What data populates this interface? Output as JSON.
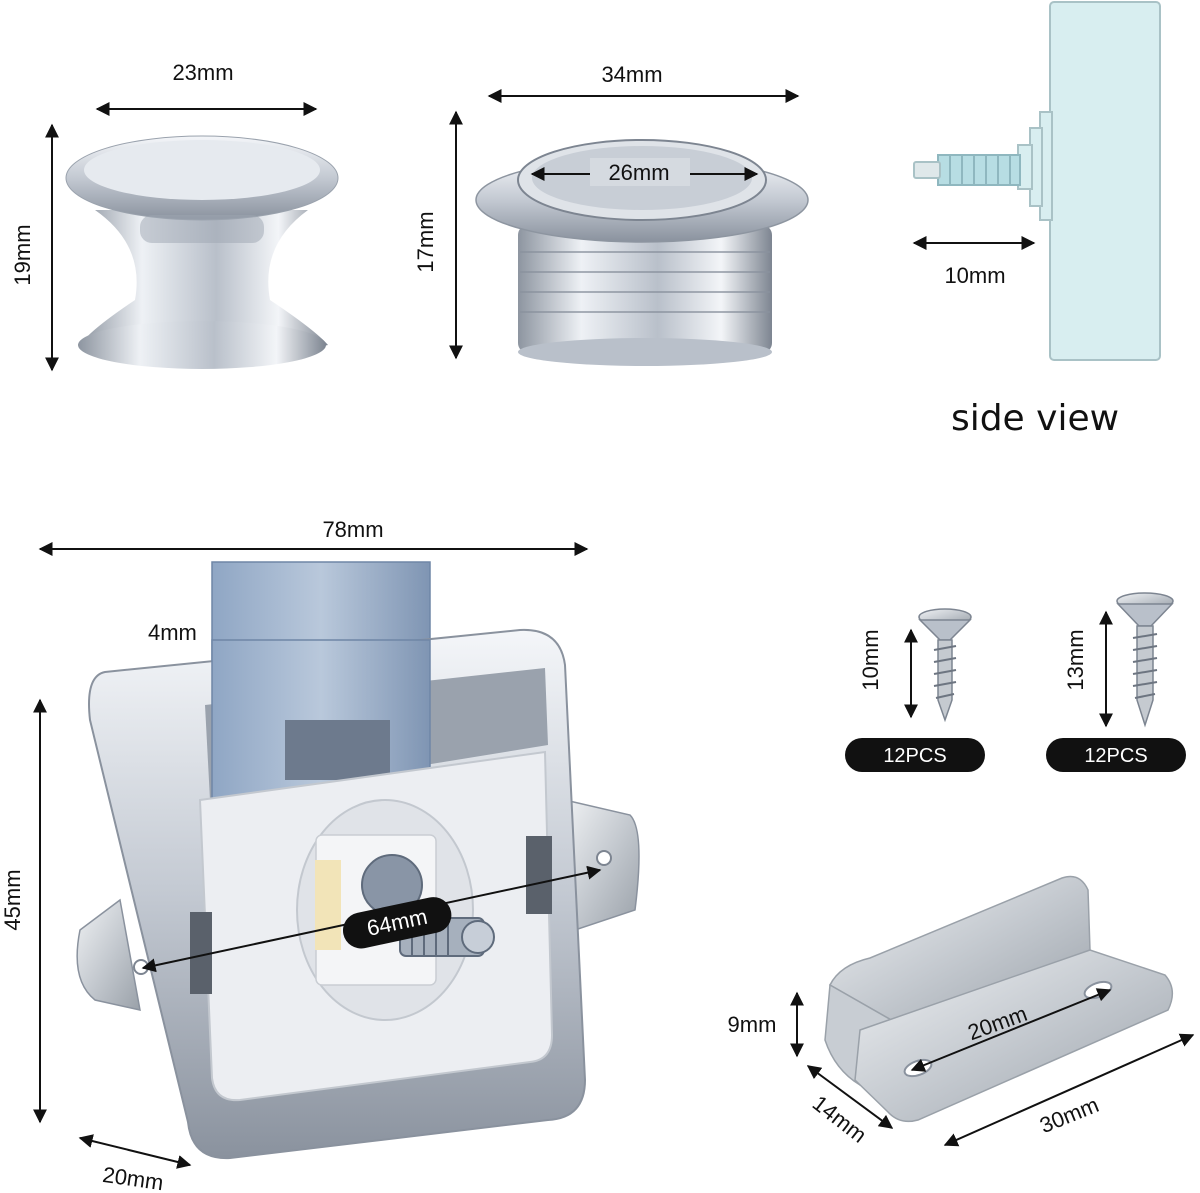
{
  "knob": {
    "width_label": "23mm",
    "height_label": "19mm"
  },
  "ring": {
    "outer_label": "34mm",
    "inner_label": "26mm",
    "height_label": "17mm"
  },
  "side": {
    "bolt_label": "10mm",
    "caption": "side view"
  },
  "lock": {
    "width_label": "78mm",
    "tongue_label": "4mm",
    "height_label": "45mm",
    "hole_label": "64mm",
    "depth_label": "20mm"
  },
  "screws": [
    {
      "length_label": "10mm",
      "qty_label": "12PCS"
    },
    {
      "length_label": "13mm",
      "qty_label": "12PCS"
    }
  ],
  "bracket": {
    "hole_label": "20mm",
    "height_label": "9mm",
    "depth_label": "14mm",
    "length_label": "30mm"
  },
  "colors": {
    "chrome_light": "#eef1f5",
    "chrome_mid": "#b9c0ca",
    "chrome_dark": "#7d8591",
    "glass": "#d8eef0",
    "pill": "#111111"
  }
}
